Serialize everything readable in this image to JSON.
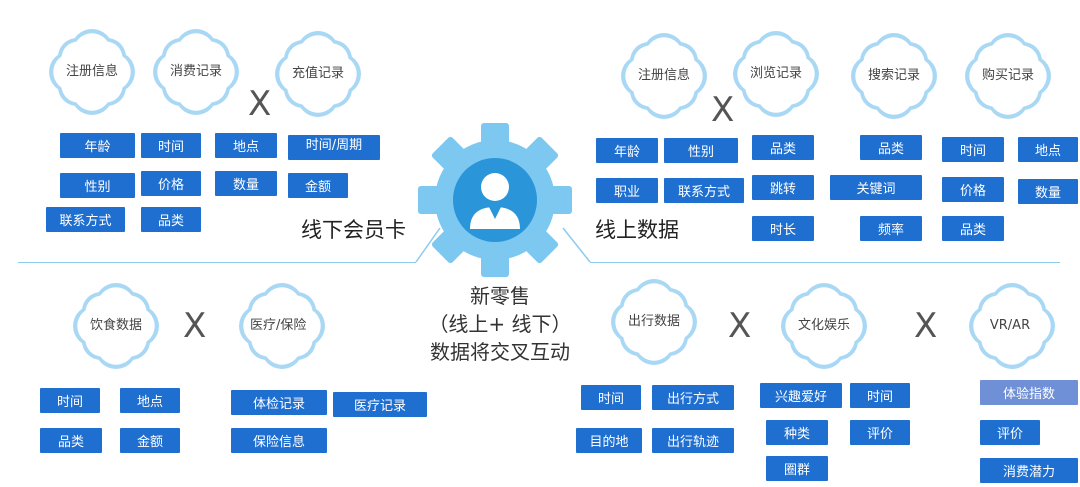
{
  "colors": {
    "tag": "#1f6fd1",
    "tag_light": "#6f8fd6",
    "cloud": "#a9d8f5",
    "gear": "#7cc8f0"
  },
  "offline": {
    "title": "线下会员卡",
    "clouds": [
      "注册信息",
      "消费记录",
      "充值记录"
    ],
    "x": "X",
    "register_tags": [
      "年龄",
      "性别",
      "联系方式"
    ],
    "consume_tags": [
      "时间",
      "价格",
      "品类",
      "地点",
      "数量"
    ],
    "recharge_tags": [
      "时间/周期",
      "金额"
    ]
  },
  "online": {
    "title": "线上数据",
    "clouds": [
      "注册信息",
      "浏览记录",
      "搜索记录",
      "购买记录"
    ],
    "x": "X",
    "register_tags": [
      "年龄",
      "性别",
      "职业",
      "联系方式"
    ],
    "browse_tags": [
      "品类",
      "跳转",
      "时长"
    ],
    "search_tags": [
      "品类",
      "关键词",
      "频率"
    ],
    "purchase_tags": [
      "时间",
      "地点",
      "价格",
      "数量",
      "品类"
    ]
  },
  "center": {
    "line1": "新零售",
    "line2": "（线上+ 线下）",
    "line3": "数据将交叉互动"
  },
  "bottom_left": {
    "clouds": [
      "饮食数据",
      "医疗/保险"
    ],
    "x": "X",
    "food_tags": [
      "时间",
      "地点",
      "品类",
      "金额"
    ],
    "medical_tags": [
      "体检记录",
      "医疗记录",
      "保险信息"
    ]
  },
  "bottom_right": {
    "clouds": [
      "出行数据",
      "文化娱乐",
      "VR/AR"
    ],
    "x1": "X",
    "x2": "X",
    "travel_tags": [
      "时间",
      "出行方式",
      "目的地",
      "出行轨迹"
    ],
    "culture_tags": [
      "兴趣爱好",
      "时间",
      "种类",
      "评价",
      "圈群"
    ],
    "vr_tags": [
      "体验指数",
      "评价",
      "消费潜力"
    ]
  }
}
